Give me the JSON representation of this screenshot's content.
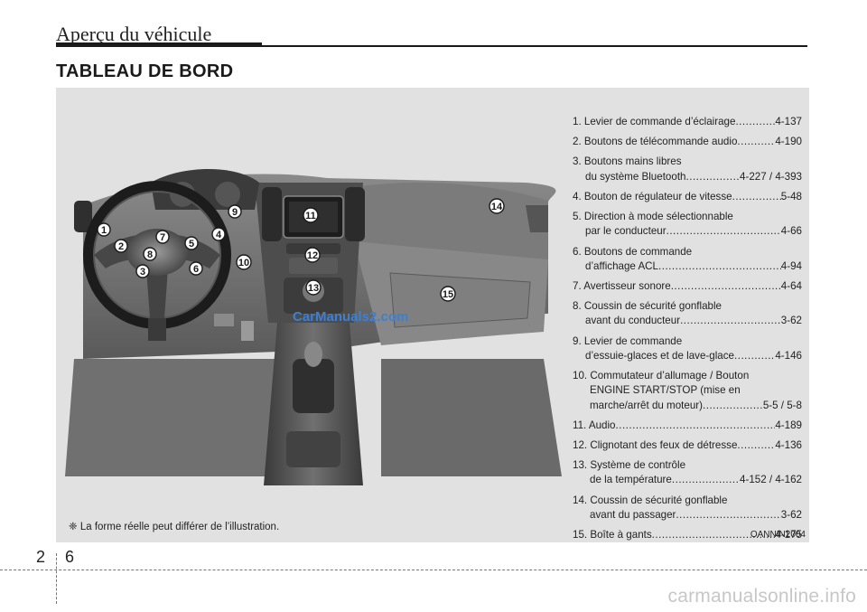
{
  "header": {
    "title": "Aperçu du véhicule"
  },
  "section": {
    "title": "TABLEAU DE BORD"
  },
  "legend": [
    {
      "lines": [
        {
          "text": "1. Levier de commande d’éclairage ",
          "page": "4-137"
        }
      ]
    },
    {
      "lines": [
        {
          "text": "2. Boutons de télécommande audio ",
          "page": "4-190"
        }
      ]
    },
    {
      "lines": [
        {
          "text": "3. Boutons mains libres",
          "page": ""
        },
        {
          "text": "du système Bluetooth ",
          "page": "4-227 / 4-393",
          "indent": 1
        }
      ]
    },
    {
      "lines": [
        {
          "text": "4. Bouton de régulateur de vitesse ",
          "page": "5-48"
        }
      ]
    },
    {
      "lines": [
        {
          "text": "5. Direction à mode sélectionnable",
          "page": ""
        },
        {
          "text": "par le conducteur ",
          "page": "4-66",
          "indent": 1
        }
      ]
    },
    {
      "lines": [
        {
          "text": "6. Boutons de commande",
          "page": ""
        },
        {
          "text": "d’affichage ACL ",
          "page": "4-94",
          "indent": 1
        }
      ]
    },
    {
      "lines": [
        {
          "text": "7. Avertisseur sonore ",
          "page": "4-64"
        }
      ]
    },
    {
      "lines": [
        {
          "text": "8. Coussin de sécurité gonflable",
          "page": ""
        },
        {
          "text": "avant du conducteur",
          "page": "3-62",
          "indent": 1
        }
      ]
    },
    {
      "lines": [
        {
          "text": "9. Levier de commande",
          "page": ""
        },
        {
          "text": "d’essuie-glaces et de lave-glace ",
          "page": "4-146",
          "indent": 1
        }
      ]
    },
    {
      "lines": [
        {
          "text": "10. Commutateur d’allumage / Bouton",
          "page": ""
        },
        {
          "text": "ENGINE START/STOP (mise en",
          "page": "",
          "indent": 2
        },
        {
          "text": "marche/arrêt du moteur) ",
          "page": "5-5 / 5-8",
          "indent": 2
        }
      ]
    },
    {
      "lines": [
        {
          "text": "11. Audio ",
          "page": "4-189"
        }
      ]
    },
    {
      "lines": [
        {
          "text": "12. Clignotant des feux de détresse ",
          "page": "4-136"
        }
      ]
    },
    {
      "lines": [
        {
          "text": "13. Système de contrôle",
          "page": ""
        },
        {
          "text": "de la température",
          "page": "4-152 / 4-162",
          "indent": 2
        }
      ]
    },
    {
      "lines": [
        {
          "text": "14. Coussin de sécurité gonflable",
          "page": ""
        },
        {
          "text": "avant du passager",
          "page": "3-62",
          "indent": 2
        }
      ]
    },
    {
      "lines": [
        {
          "text": "15. Boîte à gants ",
          "page": "4-175"
        }
      ]
    }
  ],
  "note": "❈ La forme réelle peut différer de l’illustration.",
  "image_code": "OANNIN2004",
  "watermark": "CarManuals2.com",
  "footer": {
    "page_left": "2",
    "page_right": "6",
    "site": "carmanualsonline.info"
  },
  "callouts": [
    "1",
    "2",
    "3",
    "4",
    "5",
    "6",
    "7",
    "8",
    "9",
    "10",
    "11",
    "12",
    "13",
    "14",
    "15"
  ]
}
